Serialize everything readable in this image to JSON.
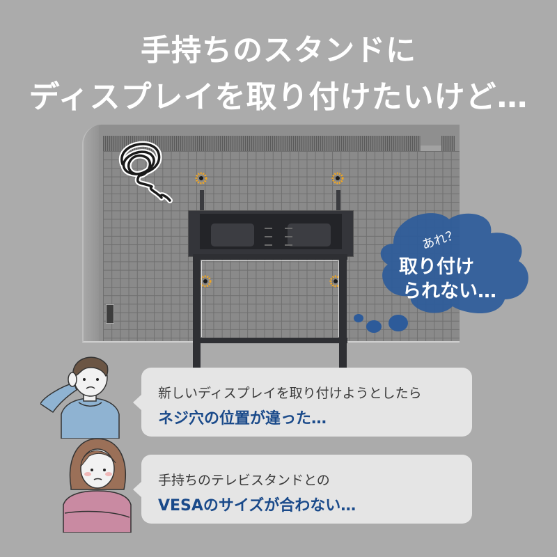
{
  "title": {
    "line1": "手持ちのスタンドに",
    "line2": "ディスプレイを取り付けたいけど…"
  },
  "cloud": {
    "small": "あれ？",
    "line1": "取り付け",
    "line2": "られない…",
    "color": "#2d5b9a"
  },
  "bubbles": [
    {
      "line1": "新しいディスプレイを取り付けようとしたら",
      "line2": "ネジ穴の位置が違った…"
    },
    {
      "line1": "手持ちのテレビスタンドとの",
      "line2": "VESAのサイズが合わない…"
    }
  ],
  "colors": {
    "background": "#ababab",
    "accent_text": "#1a4a8a",
    "hole_marker": "#f0a623",
    "bubble_bg": "#e5e5e5"
  }
}
